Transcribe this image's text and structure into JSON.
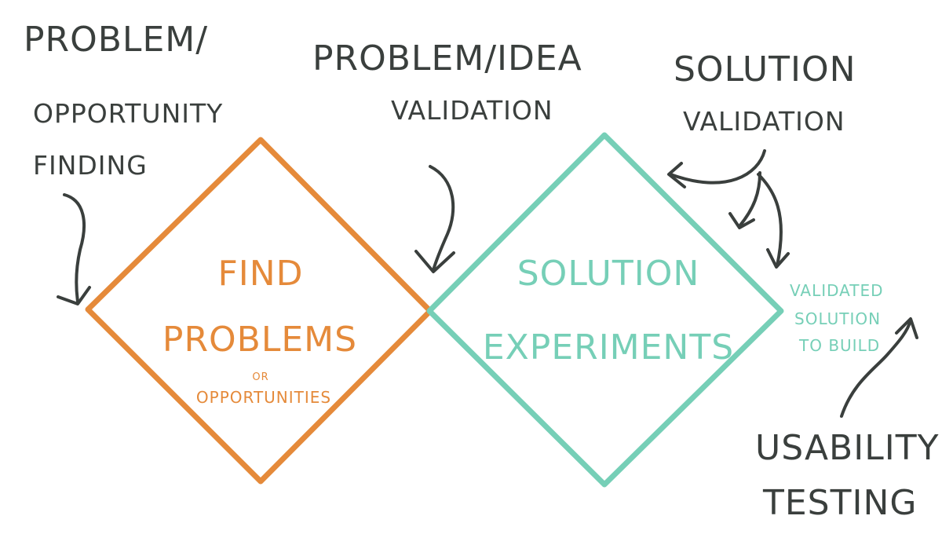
{
  "labels": {
    "problem_opportunity_finding": [
      "Problem/",
      "Opportunity",
      "Finding"
    ],
    "problem_idea_validation": [
      "Problem/Idea",
      "Validation"
    ],
    "solution_validation": [
      "Solution",
      "Validation"
    ],
    "usability_testing": [
      "Usability",
      "Testing"
    ]
  },
  "diamonds": {
    "left": {
      "title_line1": "Find",
      "title_line2": "Problems",
      "connector": "or",
      "subtitle": "Opportunities",
      "color": "#e58a3a"
    },
    "right": {
      "title_line1": "Solution",
      "title_line2": "Experiments",
      "color": "#76cfb7"
    }
  },
  "outcome": [
    "Validated",
    "Solution",
    "To Build"
  ],
  "colors": {
    "ink": "#3a3f3d",
    "orange": "#e58a3a",
    "teal": "#76cfb7"
  }
}
